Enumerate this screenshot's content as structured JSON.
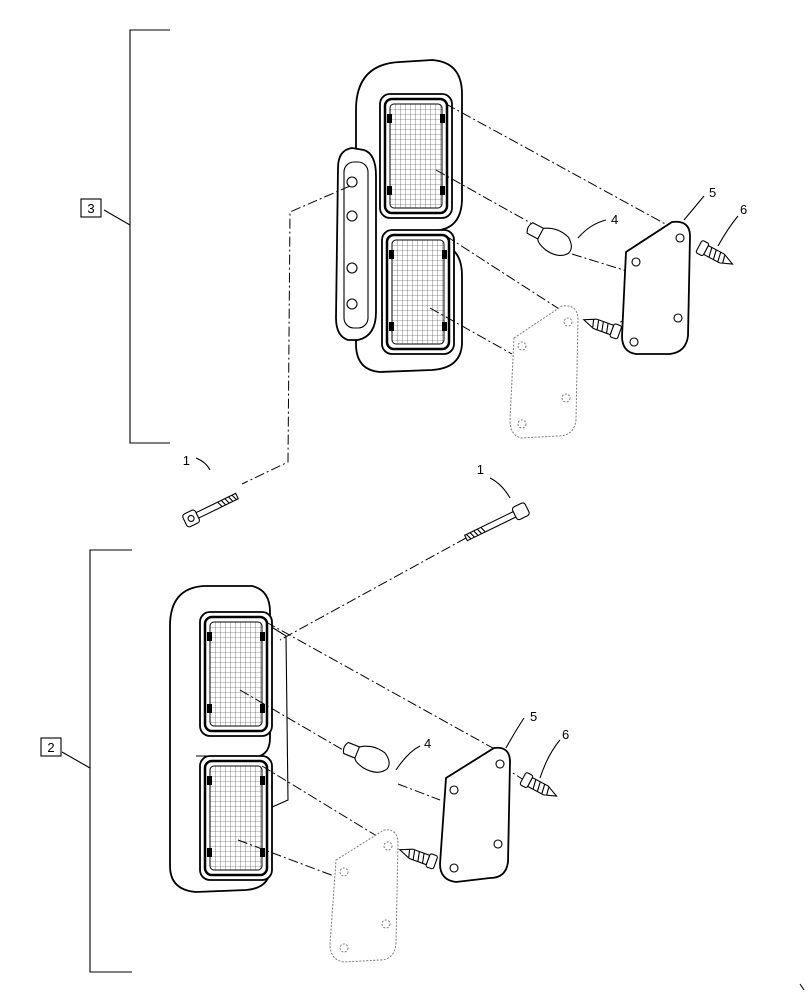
{
  "callouts": {
    "upper_assembly": "3",
    "lower_assembly": "2",
    "screw_upper": "1",
    "screw_lower": "1",
    "bulb_upper": "4",
    "bulb_lower": "4",
    "cover_upper": "5",
    "cover_lower": "5",
    "fastener_upper": "6",
    "fastener_lower": "6"
  }
}
